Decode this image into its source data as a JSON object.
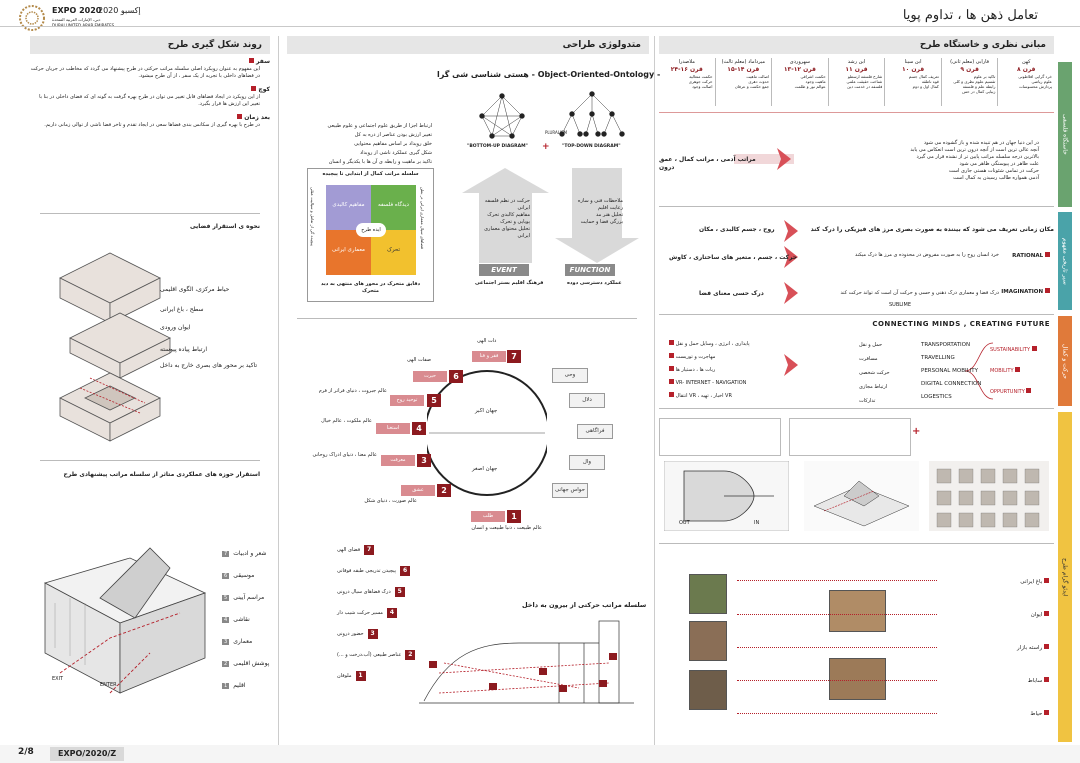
{
  "header": {
    "logo_ar": "إكسبو 2020",
    "logo_en": "EXPO 2020",
    "logo_sub": "دبي، الإمارات العربية المتحدة",
    "logo_sub_en": "DUBAI UNITED ARAB EMIRATES",
    "title": "تعامل ذهن ها ، تداوم پویا"
  },
  "columns": {
    "left": "روند شکل گیری طرح",
    "middle": "متدولوژی طراحی",
    "right": "مبانی نظری و خاستگاه طرح"
  },
  "left_col": {
    "items": [
      {
        "title": "سفر",
        "text": "این مفهوم به عنوان رویکرد اصلی سلسله مراتب حرکتی در طرح پیشنهاد می گردد که مخاطب در جریان حرکت در فضاهای داخلی با تجربه از یک سفر ، از آن طرح میشود."
      },
      {
        "title": "کوچ",
        "text": "از این رویکرد در ایجاد فضاهای قابل تغییر می توان در طرح بهره گرفت به گونه ای که فضای داخلی در بنا با تغییر این ارزش ها قرار بگیرد."
      },
      {
        "title": "بعد زمان",
        "text": "در طرح با بهره گیری از سکانس بندی فضاها سعی در ایجاد تقدم و تاخر فضا ناشی از توالی زمانی داریم."
      }
    ],
    "section2_title": "نحوه ی استقرار فضایی",
    "section2_labels": [
      "حیاط مرکزی، الگوی اقلیمی",
      "سطح ، باغ ایرانی",
      "ایوان ورودی",
      "ارتباط پیاده پیوسته",
      "تاکید بر محور های بصری خارج به داخل"
    ],
    "section3_title": "استقرار حوزه های عملکردی متاثر از سلسله مراتب پیشنهادی طرح",
    "legend": [
      {
        "n": "7",
        "t": "شعر و ادبیات"
      },
      {
        "n": "6",
        "t": "موسیقی"
      },
      {
        "n": "5",
        "t": "مراسم آیینی"
      },
      {
        "n": "4",
        "t": "نقاشی"
      },
      {
        "n": "3",
        "t": "معماری"
      },
      {
        "n": "2",
        "t": "پوشش اقلیمی"
      },
      {
        "n": "1",
        "t": "اقلیم"
      }
    ],
    "labels_3d": [
      "EXIT",
      "ENTER"
    ]
  },
  "middle_col": {
    "ooo_title": "هستی شناسی شی گرا - Object-Oriented-Ontology -",
    "pluralism": "PLURALISM",
    "bottom_up": "\"BOTTOM-UP DIAGRAM\"",
    "top_down": "\"TOP-DOWN DIAGRAM\"",
    "bullets": [
      "ارتباط اجزا از طریق علوم اجتماعی و علوم طبیعی",
      "تغییر ارزش بودن عناصر از ذره به کل",
      "خلق رویداد بر اساس مفاهیم محتوایی",
      "شکل گیری عملکرد ناشی از رویداد",
      "تاکید بر ماهیت و رابطه ی آن ها با یکدیگر و انسان"
    ],
    "matrix_title": "سلسله مراتب کمال از ابتدایی تا پیچیده",
    "matrix_cells": [
      "دیدگاه فلسفه",
      "مفاهیم کالبدی",
      "تحرک",
      "معماری ایرانی"
    ],
    "matrix_center": "ایده طرح",
    "matrix_left": "پیچیده گی از تعامل و سیالیت عقلی",
    "matrix_right": "فضاهای سیال معماری ایرانی در بطن",
    "matrix_bottom": "دقایق متحرک در محور های منتهی به دید متحرک",
    "event_label": "EVENT",
    "function_label": "FUNCTION",
    "event_text": [
      "حرکت در نظم فلسفه",
      "ایرانی",
      "مفاهیم کالبدی تحرک",
      "پویایی و تحرک",
      "تحلیل محتوای معماری",
      "ایرانی"
    ],
    "function_text": [
      "ملاحظات فنی و سازه",
      "رعایت اقلیم",
      "تحلیل هنر مد",
      "بزرگی فضا و حمایت"
    ],
    "event_caption": "فرهنگ اقلیم بستر اجتماعی",
    "function_caption": "عملکرد دسترسی دوده",
    "cycle_center_top": "جهان اکبر",
    "cycle_center_bottom": "جهان اصغر",
    "cycle_numbered": [
      {
        "n": "7",
        "t": "فقر و فنا",
        "cap": "ذات الهی"
      },
      {
        "n": "6",
        "t": "حیرت",
        "cap": "صفات الهی"
      },
      {
        "n": "5",
        "t": "توحید روح",
        "cap": "عالم جبروت ، دنیای فراتر از فرم"
      },
      {
        "n": "4",
        "t": "استغنا",
        "cap": "عالم ملکوت ، عالم خیال"
      },
      {
        "n": "3",
        "t": "معرفت",
        "cap": "عالم معنا ، دنیای ادراک روحانی"
      },
      {
        "n": "2",
        "t": "عشق",
        "cap": "عالم صورت ، دنیای شکل"
      },
      {
        "n": "1",
        "t": "طلب",
        "cap": "عالم طبیعت ، دنیا طبیعت و انسان"
      }
    ],
    "cycle_right": [
      "وحی",
      "دلال",
      "فراگاهی",
      "وال",
      "حواس جهانی"
    ],
    "lower_list": [
      {
        "n": "7",
        "t": "فضای الهی"
      },
      {
        "n": "6",
        "t": "پیچیدن تدریجی طبقه فوقانی"
      },
      {
        "n": "5",
        "t": "درک فضاهای سیال درونی"
      },
      {
        "n": "4",
        "t": "مسیر حرکت شیب دار"
      },
      {
        "n": "3",
        "t": "حضور درونی"
      },
      {
        "n": "2",
        "t": "عناصر طبیعی (آب،درخت و ...)"
      },
      {
        "n": "1",
        "t": "ملوفان"
      }
    ],
    "section_title": "سلسله مراتب حرکتی از بیرون به داخل"
  },
  "right_col": {
    "timeline": [
      {
        "head": "کهن",
        "period": "قرن ۸",
        "lines": [
          "خرد گرایی افلاطونی",
          "علوم ریاضی",
          "پردازش محسوسات"
        ]
      },
      {
        "head": "فارابی (معلم ثانی)",
        "period": "قرن ۹",
        "lines": [
          "تاکید بر علوم",
          "تقسیم علوم نظری و کلی",
          "رابطه علم و فلسفه",
          "زیبایی کمال در حس"
        ]
      },
      {
        "head": "ابن سینا",
        "period": "قرن ۱۰",
        "lines": [
          "تعریف کمال جسم",
          "قوه ناطقه",
          "کمال اول و دوم"
        ]
      },
      {
        "head": "ابن رشد",
        "period": "قرن ۱۱",
        "lines": [
          "شارح فلسفه ارسطو",
          "شناخت حقیقت علمی",
          "فلسفه در خدمت دین"
        ]
      },
      {
        "head": "سهروردی",
        "period": "قرن ۱۲-۱۳",
        "lines": [
          "حکمت اشراقی",
          "ماهیت وجود",
          "عوالم نور و ظلمت"
        ]
      },
      {
        "head": "میرداماد (معلم ثالث)",
        "period": "قرن ۱۴-۱۵",
        "lines": [
          "اصالت ماهیت",
          "حدوث دهری",
          "جمع حکمت و عرفان"
        ]
      },
      {
        "head": "ملاصدرا",
        "period": "قرن ۱۶-۲۴",
        "lines": [
          "حکمت متعالیه",
          "حرکت جوهری",
          "اصالت وجود"
        ]
      }
    ],
    "row1_label": "مراتب آدمی ، مراتب کمال ، عمق درون",
    "row1_text": [
      "در این دنیا جهان در هم تنیده شده و باز گشوده می شود",
      "آنچه عالی ترین است از آنچه درون ترین است انعکاس می یابد",
      "بالاترین درجه سلسله مراتب پایین تر از نشده قرار می گیرد",
      "علت ظاهر در پیوستگی ظاهر می شود",
      "حرکت در تمامی شئونات هستی جاری است",
      "آدمی همواره طالب رسیدن به کمال است"
    ],
    "row2_head": "مکان زمانی تعریف می شود که بیننده به صورت بصری مرز های فیزیکی را درک کند",
    "row2_left": "روح ، جسم کالبدی ، مکان",
    "rational": "RATIONAL",
    "imagination": "IMAGINATION",
    "rational_text": "خرد انسان روح را به صورت مفروض در محدوده ی مرز ها درک میکند",
    "imag_text": "درک فضا و معماری درک ذهنی و حسی و حرکت آن است که تواند حرکت کند",
    "row2_mid": "حرکت ، جسم ، متغیر های ساختاری ، کاوش",
    "row2_low": "درک حسی معنای فضا",
    "sublime": "SUBLIME",
    "connecting": "CONNECTING MINDS , CREATING FUTURE",
    "themes": [
      "SUSTAINABILITY",
      "MOBILITY",
      "OPPURTUNITY"
    ],
    "concepts": [
      "TRANSPORTATION",
      "TRAVELLING",
      "PERSONAL MOBILITY",
      "DIGITAL CONNECTION",
      "LOGESTICS"
    ],
    "concepts_fa": [
      "حمل و نقل",
      "مسافرت",
      "حرکت شخصی",
      "ارتباط مجازی",
      "تدارکات"
    ],
    "left_bullets": [
      "پایداری ، انرژی ، وسایل حمل و نقل",
      "مهاجرت و توریست",
      "ربات ها ، دستیار ها",
      "VR- INTERNET - NAVIGATION",
      "انتقال VR ، اخبار ، تهیه VR"
    ],
    "diagram_labels": [
      "OUT",
      "IN"
    ],
    "photo_list": [
      "باغ ایرانی",
      "ایوان",
      "راسته بازار",
      "ساباط",
      "حیاط"
    ]
  },
  "stripes": [
    {
      "t": "خاستگاه فلسفی",
      "c": "#6aa36f"
    },
    {
      "t": "سیر تاریخی مفهوم",
      "c": "#4aa3a9"
    },
    {
      "t": "حرکت و کمال",
      "c": "#e07a3a"
    },
    {
      "t": "ایدئو گرام طرح",
      "c": "#f0c341"
    }
  ],
  "footer": {
    "page": "2/8",
    "code": "EXPO/2020/Z"
  }
}
